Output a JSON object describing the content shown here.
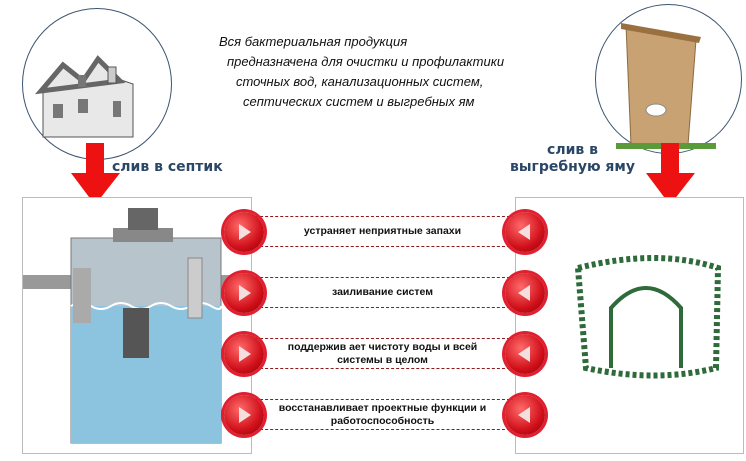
{
  "intro": [
    "Вся бактериальная продукция",
    "предназначена для очистки и профилактики",
    "сточных вод, канализационных систем,",
    "септических систем и выгребных ям"
  ],
  "left_label": "слив в септик",
  "right_label": [
    "слив в",
    "выгребную яму"
  ],
  "benefits": [
    "устраняет неприятные запахи",
    "заиливание систем",
    "поддержив ает чистоту воды и всей системы в целом",
    "восстанавливает проектные функции и работоспособность"
  ],
  "colors": {
    "arrow": "#ee1111",
    "label": "#2a4766",
    "badge": "#d0101a"
  }
}
